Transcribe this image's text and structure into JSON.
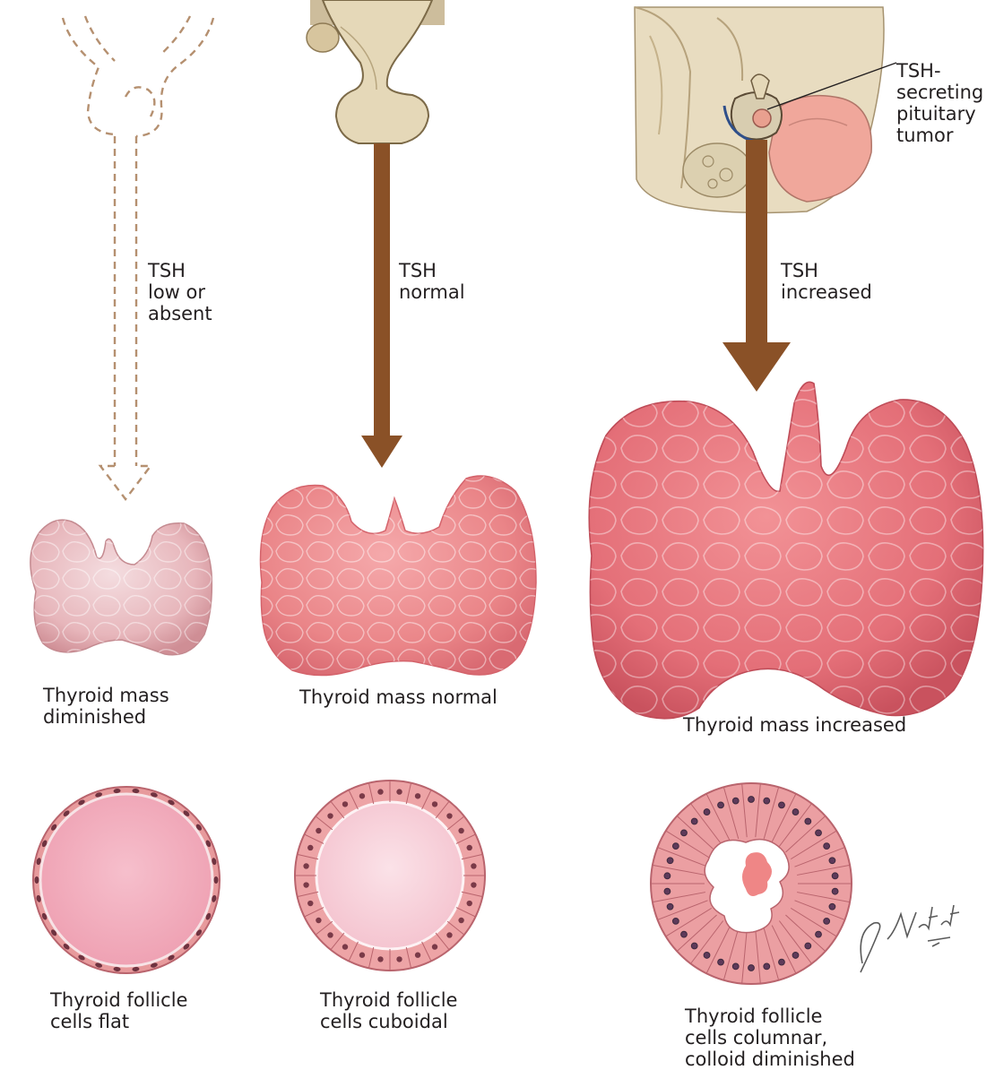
{
  "columns": [
    {
      "tsh_label": "TSH\nlow or\nabsent",
      "thyroid_caption": "Thyroid mass\ndiminished",
      "follicle_caption": "Thyroid follicle\ncells flat"
    },
    {
      "tsh_label": "TSH\nnormal",
      "thyroid_caption": "Thyroid mass normal",
      "follicle_caption": "Thyroid follicle\ncells cuboidal"
    },
    {
      "tsh_label": "TSH\nincreased",
      "thyroid_caption": "Thyroid mass increased",
      "follicle_caption": "Thyroid follicle\ncells columnar,\ncolloid diminished",
      "tumor_label": "TSH-\nsecreting\npituitary\ntumor"
    }
  ],
  "signature": "F. Netter M.D.",
  "colors": {
    "arrow": "#8a5127",
    "dashed_arrow": "#b59070",
    "thyroid_light": "#e7b7bb",
    "thyroid": "#ea8a8c",
    "thyroid_dark": "#df6c74",
    "follicle_cell": "#e79a9c",
    "colloid": "#f3b3c2",
    "colloid_pale": "#f8d2db"
  }
}
